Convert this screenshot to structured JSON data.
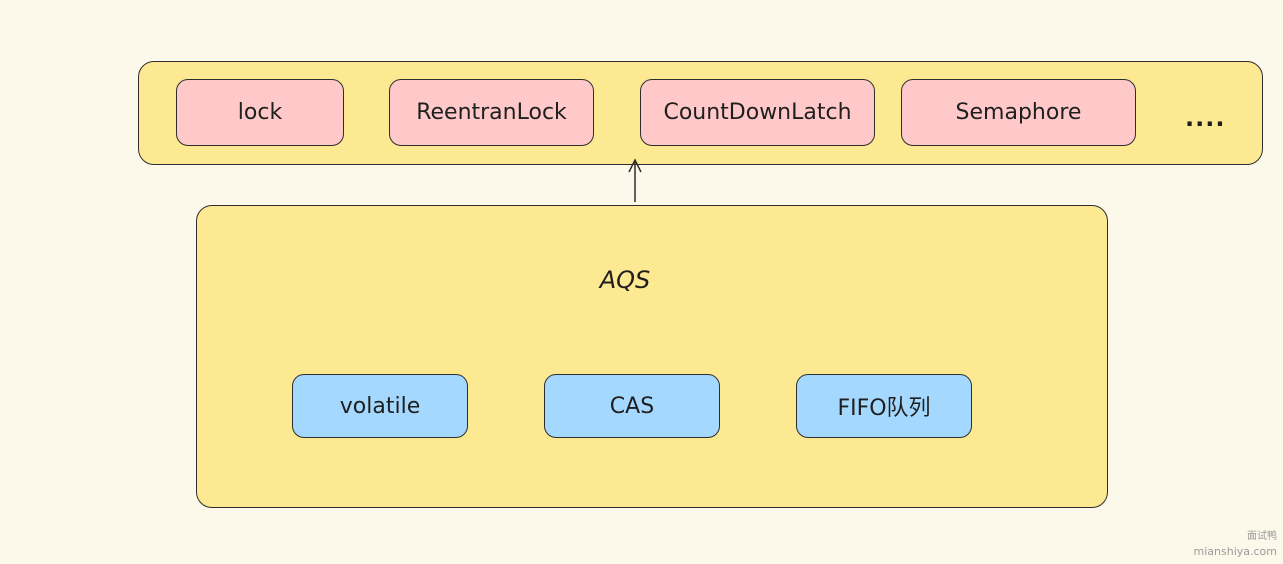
{
  "top_layer": {
    "items": [
      {
        "label": "lock"
      },
      {
        "label": "ReentranLock"
      },
      {
        "label": "CountDownLatch"
      },
      {
        "label": "Semaphore"
      }
    ],
    "more": "...."
  },
  "aqs": {
    "title": "AQS",
    "components": [
      {
        "label": "volatile"
      },
      {
        "label": "CAS"
      },
      {
        "label": "FIFO队列"
      }
    ]
  },
  "watermark": {
    "cn": "面试鸭",
    "url": "mianshiya.com"
  },
  "colors": {
    "background": "#fdf9ea",
    "container_fill": "#fde992",
    "top_item_fill": "#ffc9c9",
    "component_fill": "#a5d8ff",
    "stroke": "#2e2e2e"
  }
}
